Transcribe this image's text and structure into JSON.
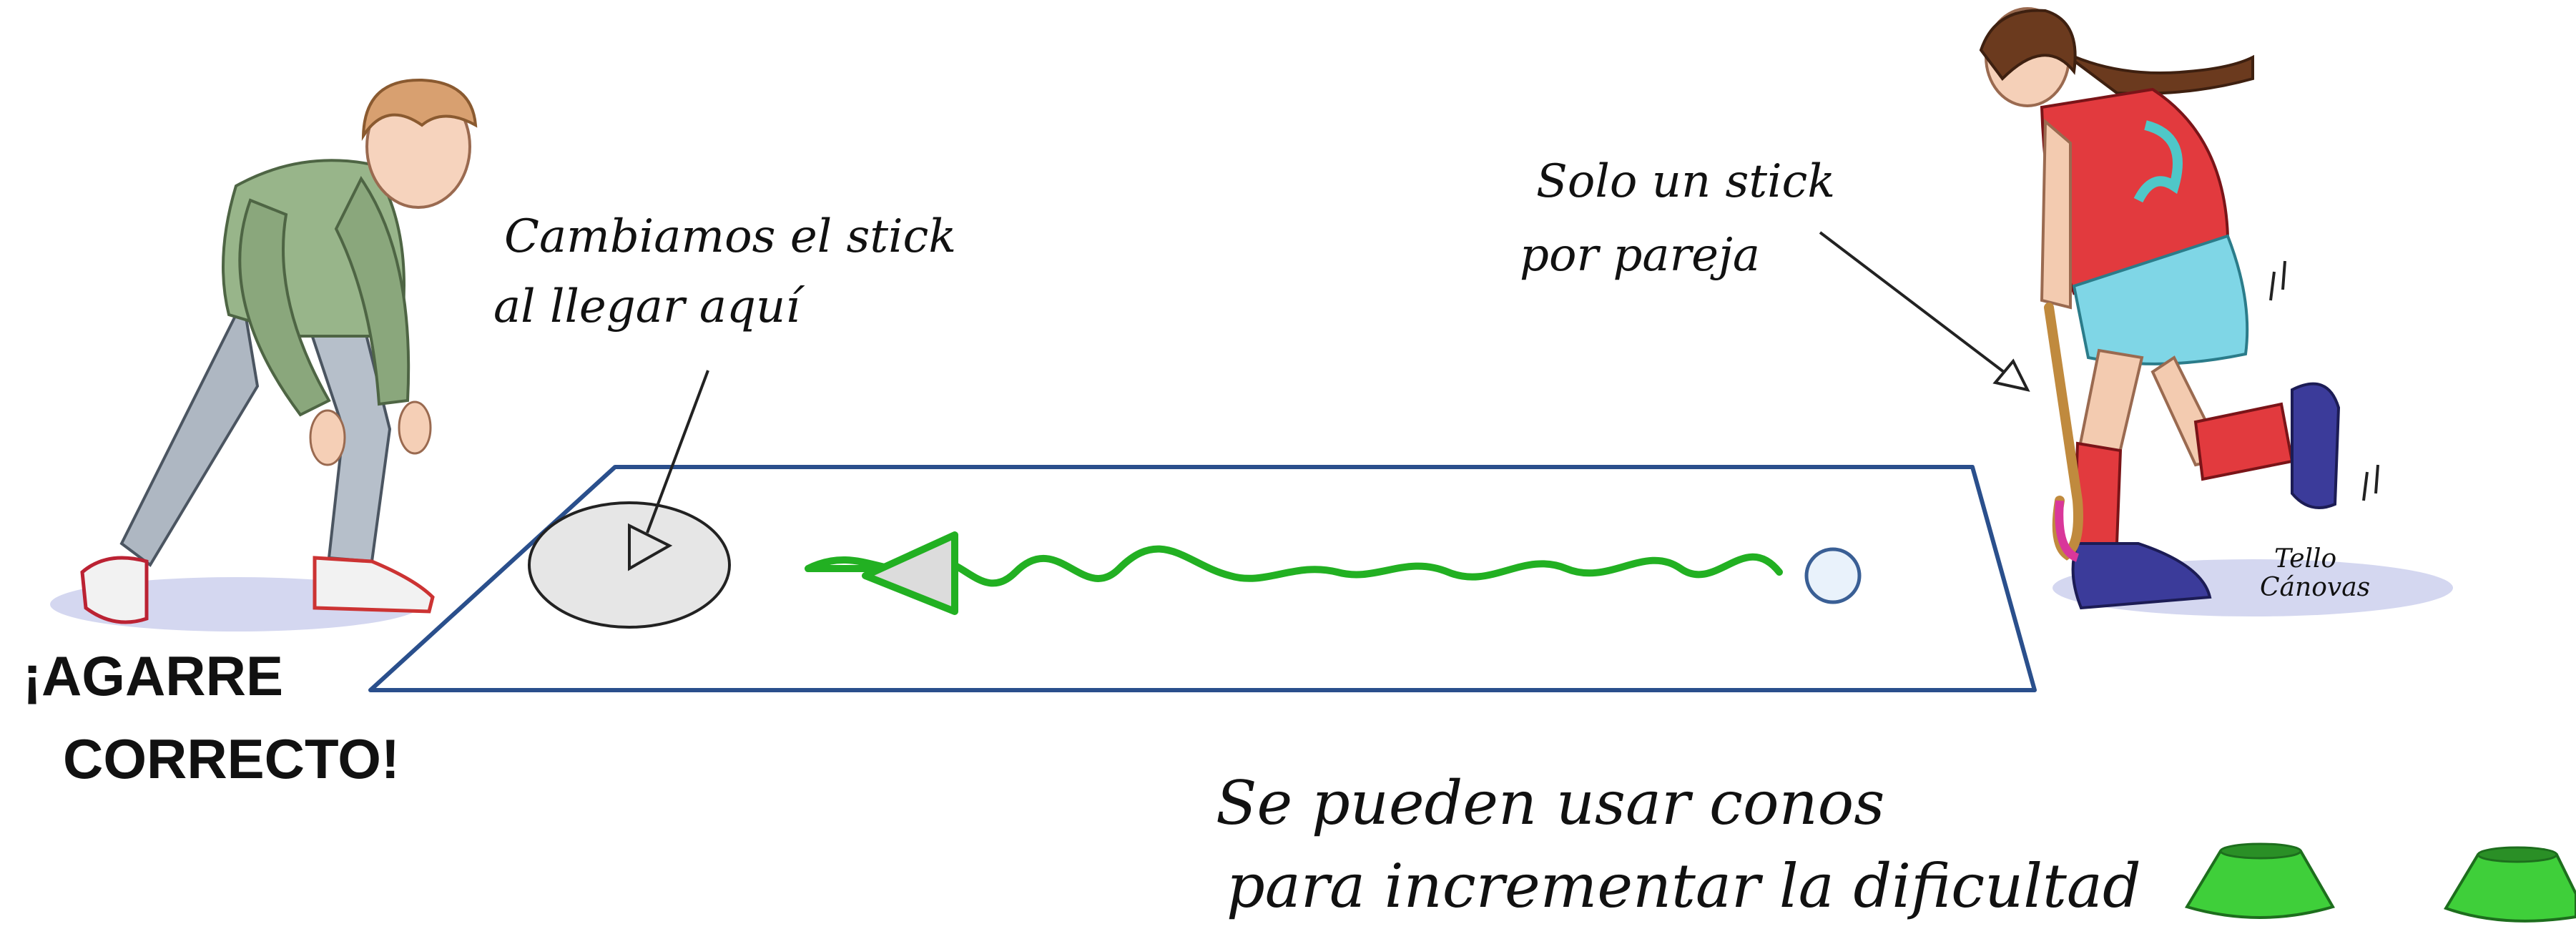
{
  "annotations": {
    "swap_note_line1": "Cambiamos el stick",
    "swap_note_line2": "al llegar aquí",
    "one_stick_line1": "Solo un stick",
    "one_stick_line2": "por pareja",
    "grip_line1": "¡AGARRE",
    "grip_line2": "CORRECTO!",
    "cones_line1": "Se pueden usar conos",
    "cones_line2": "para incrementar la dificultad"
  },
  "signature": {
    "line1": "Tello",
    "line2": "Cánovas"
  },
  "colors": {
    "field_border": "#2a4f8c",
    "dribble_path": "#22b022",
    "cone": "#3fcf3a",
    "zone_fill": "#e6e6e6",
    "ball": "#e9f2fb",
    "shadow": "#c9cdec"
  },
  "figures": {
    "left_player": "boy-player-hoodie",
    "right_player": "girl-hockey-player-dribbling"
  }
}
